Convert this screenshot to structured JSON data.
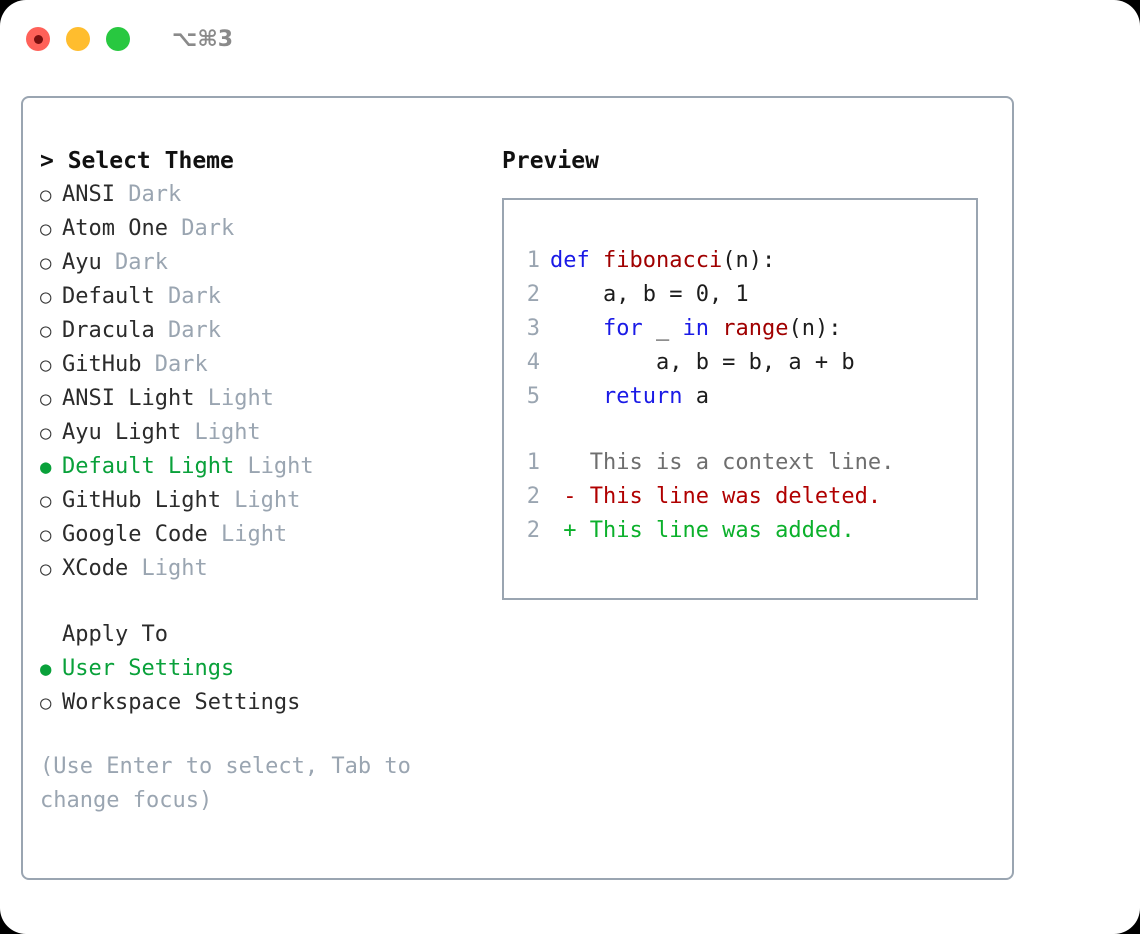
{
  "window": {
    "shortcut": "⌥⌘3",
    "lights": [
      "close-red",
      "minimize-yellow",
      "maximize-green"
    ]
  },
  "colors": {
    "accent_green": "#09a13a",
    "muted": "#9aa5b1",
    "keyword_blue": "#1a1ae6",
    "function_red": "#a00000",
    "diff_added": "#0bb02b",
    "diff_deleted": "#b00000",
    "border": "#9aa5b1"
  },
  "theme_list": {
    "header": "> Select Theme",
    "items": [
      {
        "bullet": "○",
        "name": "ANSI",
        "tag": "Dark",
        "selected": false
      },
      {
        "bullet": "○",
        "name": "Atom One",
        "tag": "Dark",
        "selected": false
      },
      {
        "bullet": "○",
        "name": "Ayu",
        "tag": "Dark",
        "selected": false
      },
      {
        "bullet": "○",
        "name": "Default",
        "tag": "Dark",
        "selected": false
      },
      {
        "bullet": "○",
        "name": "Dracula",
        "tag": "Dark",
        "selected": false
      },
      {
        "bullet": "○",
        "name": "GitHub",
        "tag": "Dark",
        "selected": false
      },
      {
        "bullet": "○",
        "name": "ANSI Light",
        "tag": "Light",
        "selected": false
      },
      {
        "bullet": "○",
        "name": "Ayu Light",
        "tag": "Light",
        "selected": false
      },
      {
        "bullet": "●",
        "name": "Default Light",
        "tag": "Light",
        "selected": true
      },
      {
        "bullet": "○",
        "name": "GitHub Light",
        "tag": "Light",
        "selected": false
      },
      {
        "bullet": "○",
        "name": "Google Code",
        "tag": "Light",
        "selected": false
      },
      {
        "bullet": "○",
        "name": "XCode",
        "tag": "Light",
        "selected": false
      }
    ]
  },
  "apply_to": {
    "title": "Apply To",
    "items": [
      {
        "bullet": "●",
        "label": "User Settings",
        "selected": true
      },
      {
        "bullet": "○",
        "label": "Workspace Settings",
        "selected": false
      }
    ]
  },
  "hint": "(Use Enter to select, Tab to change focus)",
  "preview": {
    "title": "Preview",
    "code_lines": [
      {
        "num": "1",
        "segments": [
          {
            "t": "def ",
            "c": "kw"
          },
          {
            "t": "fibonacci",
            "c": "fn"
          },
          {
            "t": "(n):",
            "c": "code-text"
          }
        ]
      },
      {
        "num": "2",
        "segments": [
          {
            "t": "    a, b = 0, 1",
            "c": "code-text"
          }
        ]
      },
      {
        "num": "3",
        "segments": [
          {
            "t": "    ",
            "c": "code-text"
          },
          {
            "t": "for",
            "c": "kw"
          },
          {
            "t": " _ ",
            "c": "code-text"
          },
          {
            "t": "in",
            "c": "kw"
          },
          {
            "t": " ",
            "c": "code-text"
          },
          {
            "t": "range",
            "c": "fn"
          },
          {
            "t": "(n):",
            "c": "code-text"
          }
        ]
      },
      {
        "num": "4",
        "segments": [
          {
            "t": "        a, b = b, a + b",
            "c": "code-text"
          }
        ]
      },
      {
        "num": "5",
        "segments": [
          {
            "t": "    ",
            "c": "code-text"
          },
          {
            "t": "return",
            "c": "kw"
          },
          {
            "t": " a",
            "c": "code-text"
          }
        ]
      }
    ],
    "diff_lines": [
      {
        "num": "1",
        "segments": [
          {
            "t": "   This is a context line.",
            "c": "ctx"
          }
        ]
      },
      {
        "num": "2",
        "segments": [
          {
            "t": " - This line was deleted.",
            "c": "del"
          }
        ]
      },
      {
        "num": "2",
        "segments": [
          {
            "t": " + This line was added.",
            "c": "add"
          }
        ]
      }
    ]
  }
}
